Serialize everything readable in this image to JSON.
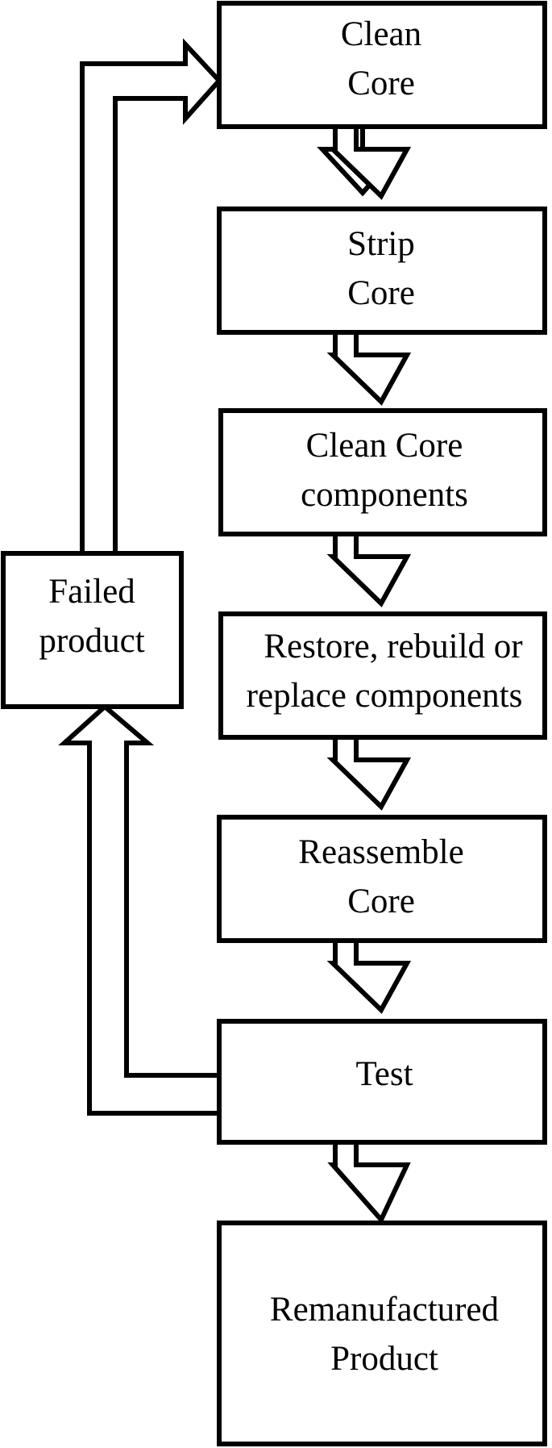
{
  "steps": [
    {
      "line1": "Clean",
      "line2": "Core"
    },
    {
      "line1": "Strip",
      "line2": "Core"
    },
    {
      "line1": "Clean Core",
      "line2": "components"
    },
    {
      "line1": "Restore, rebuild or",
      "line2": "replace components"
    },
    {
      "line1": "Reassemble",
      "line2": "Core"
    },
    {
      "line1": "Test"
    },
    {
      "line1": "Remanufactured",
      "line2": "Product"
    }
  ],
  "failed": {
    "line1": "Failed",
    "line2": "product"
  }
}
